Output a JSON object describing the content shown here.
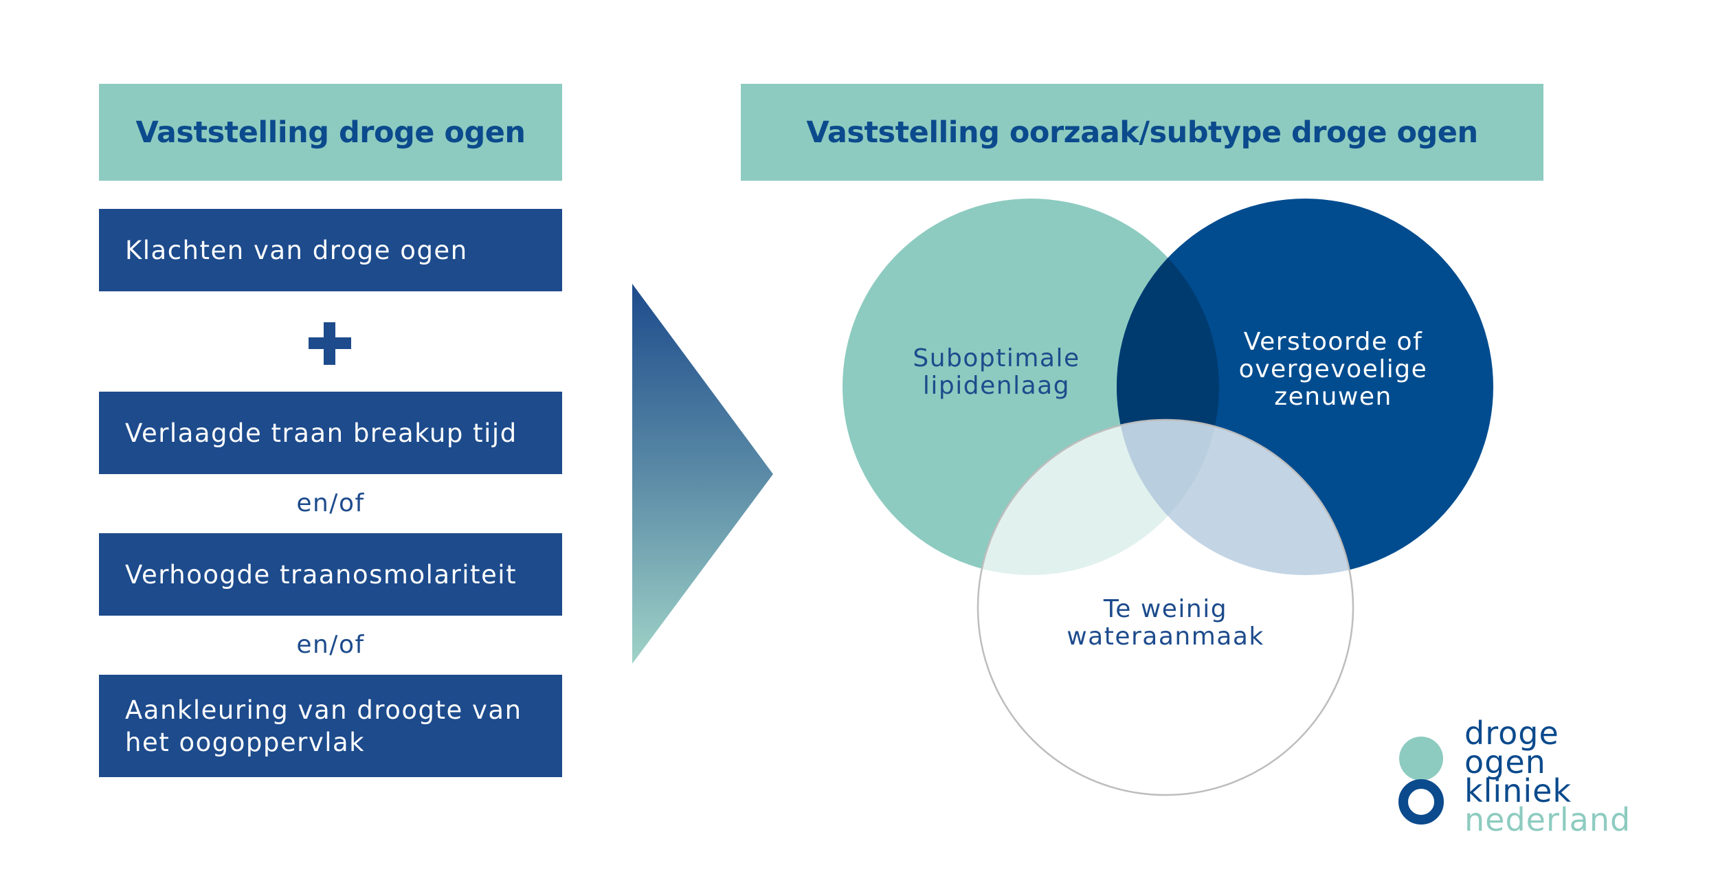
{
  "left": {
    "header": "Vaststelling droge ogen",
    "criteria": [
      "Klachten van droge ogen",
      "Verlaagde traan breakup tijd",
      "Verhoogde traanosmolariteit",
      "Aankleuring van droogte van het oogoppervlak"
    ],
    "connectors": [
      "en/of",
      "en/of"
    ],
    "plus_icon": "plus-icon"
  },
  "right": {
    "header": "Vaststelling oorzaak/subtype droge ogen",
    "venn": {
      "circles": [
        {
          "label_lines": [
            "Suboptimale",
            "lipidenlaag"
          ],
          "color": "#8dcbc0"
        },
        {
          "label_lines": [
            "Verstoorde of",
            "overgevoelige",
            "zenuwen"
          ],
          "color": "#004c8f"
        },
        {
          "label_lines": [
            "Te weinig",
            "wateraanmaak"
          ],
          "color": "#ffffff"
        }
      ],
      "overlap_colors": {
        "lipid_nerves": "#003b70",
        "lipid_water": "#e1f1ee",
        "nerves_water": "#c3d5e5",
        "center": "#b9cede"
      }
    }
  },
  "arrow_icon": "arrow-gradient-icon",
  "logo": {
    "lines": [
      "droge",
      "ogen",
      "kliniek",
      "nederland"
    ],
    "colors": {
      "dark": "#0b4a8c",
      "light": "#8dcbc0"
    }
  }
}
